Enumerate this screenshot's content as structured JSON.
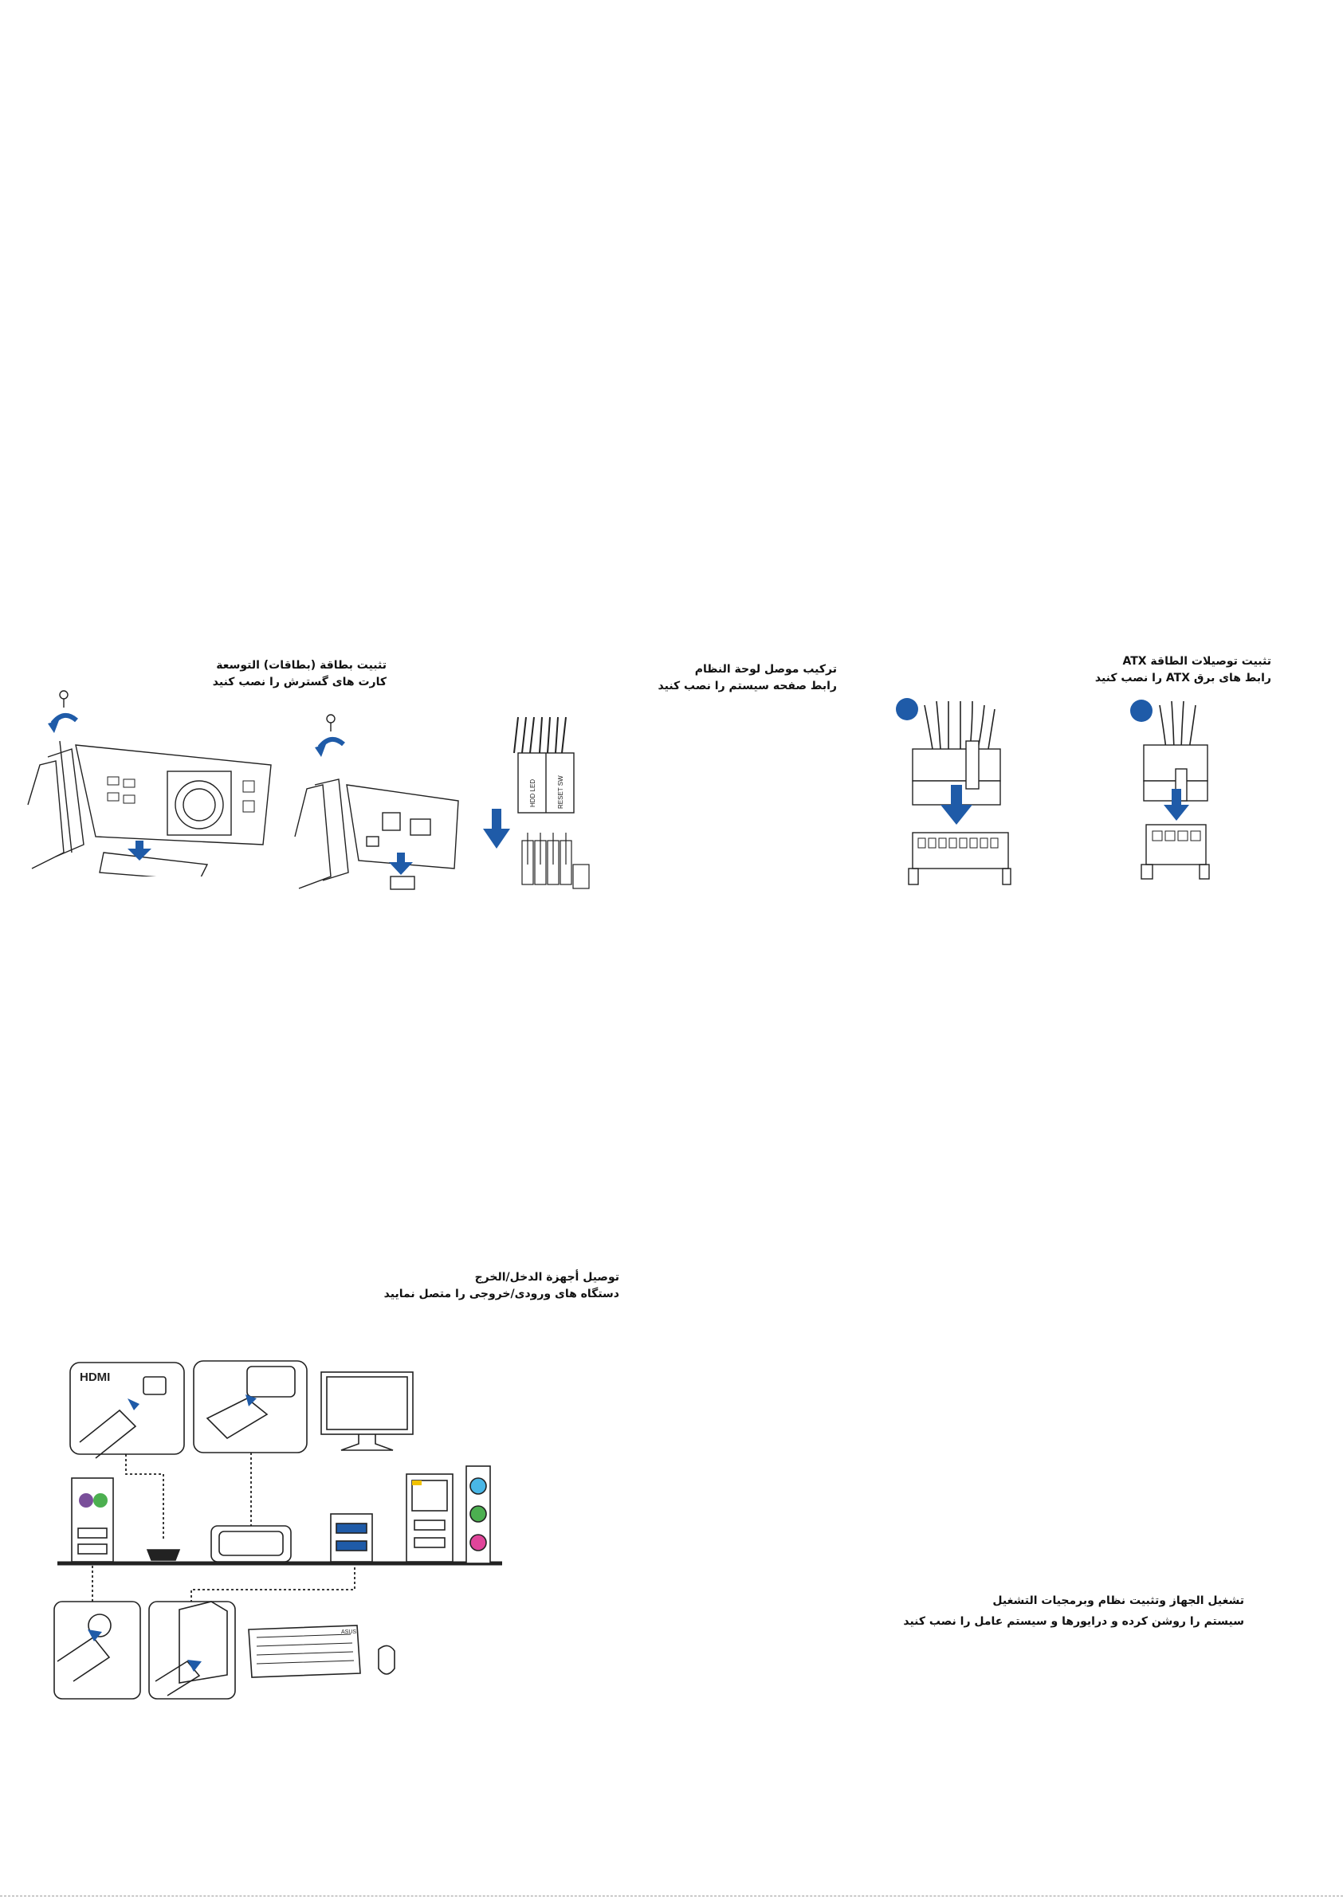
{
  "colors": {
    "accent_blue": "#1f5ba8",
    "line": "#222222",
    "ps2_purple": "#7a4f9a",
    "ps2_green": "#4caf50",
    "audio_blue": "#49b6e6",
    "audio_green": "#4caf50",
    "audio_pink": "#e0459a",
    "led_yellow": "#f2c200"
  },
  "sections": {
    "expansion": {
      "title": "تثبيت بطاقة (بطاقات) التوسعة",
      "subtitle": "کارت های گسترش را نصب کنید"
    },
    "panel": {
      "title": "تركيب موصل لوحة النظام",
      "subtitle": "رابط صفحه سیستم را نصب کنید"
    },
    "atx": {
      "title": "تثبيت توصيلات الطاقة ATX",
      "subtitle": "رابط های برق ATX را نصب کنید"
    },
    "io": {
      "title": "توصيل أجهزة الدخل/الخرج",
      "subtitle": "دستگاه های ورودی/خروجی را متصل نمایید"
    },
    "power_on": {
      "title": "تشغيل الجهاز وتثبيت نظام وبرمجيات التشغيل",
      "subtitle": "سیستم را روشن کرده و درایورها و سیستم عامل را نصب کنید"
    }
  },
  "figure_labels": {
    "hdd_led": "HDD LED",
    "reset_sw": "RESET SW",
    "hdmi": "HDMI",
    "brand": "ASUS"
  },
  "icons": [
    "screw-icon",
    "rotate-arrow-icon",
    "down-arrow-icon",
    "hdmi-logo-icon",
    "monitor-icon",
    "keyboard-icon",
    "mouse-icon"
  ]
}
